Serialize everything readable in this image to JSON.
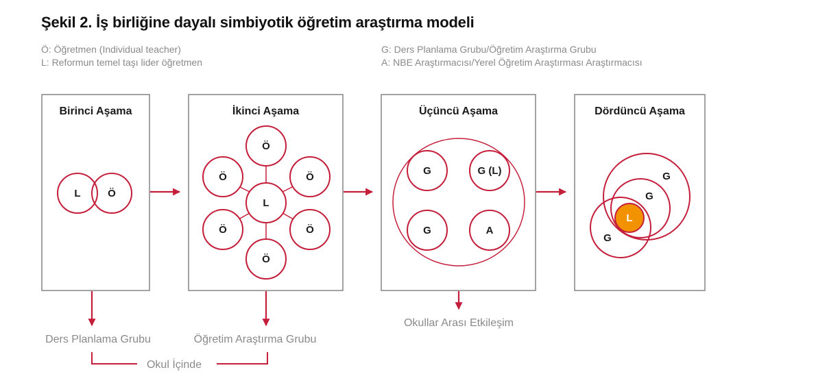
{
  "title": "Şekil 2. İş birliğine dayalı simbiyotik öğretim araştırma modeli",
  "legend": {
    "left": [
      "Ö: Öğretmen (Individual teacher)",
      "L: Reformun temel taşı lider öğretmen"
    ],
    "right": [
      "G: Ders Planlama Grubu/Öğretim Araştırma Grubu",
      "A: NBE Araştırmacısı/Yerel Öğretim Araştırması Araştırmacısı"
    ]
  },
  "stages": [
    {
      "title": "Birinci Aşama",
      "nodes": [
        "L",
        "Ö"
      ]
    },
    {
      "title": "İkinci Aşama",
      "center": "L",
      "nodes": [
        "Ö",
        "Ö",
        "Ö",
        "Ö",
        "Ö",
        "Ö"
      ]
    },
    {
      "title": "Üçüncü Aşama",
      "nodes": [
        "G",
        "G (L)",
        "G",
        "A"
      ]
    },
    {
      "title": "Dördüncü Aşama",
      "nodes": [
        "G",
        "G",
        "G",
        "L"
      ]
    }
  ],
  "bottom": {
    "stage1_label": "Ders Planlama Grubu",
    "stage2_label": "Öğretim Araştırma Grubu",
    "stage3_label": "Okullar Arası Etkileşim",
    "bracket_label": "Okul İçinde"
  },
  "colors": {
    "accent": "#c41e3a",
    "leader_fill": "#f39200",
    "box_border": "#8c8c8c",
    "muted_text": "#8a8a8a"
  }
}
